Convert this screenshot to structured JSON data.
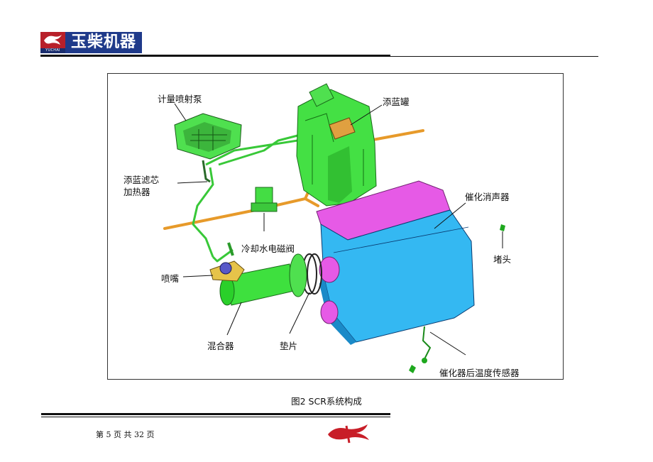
{
  "header": {
    "brand_name": "玉柴机器",
    "brand_sub": "YUCHAI"
  },
  "figure": {
    "labels": {
      "pump": "计量喷射泵",
      "tank": "添蓝罐",
      "filter_line1": "添蓝滤芯",
      "filter_line2": "加热器",
      "catalyst": "催化消声器",
      "valve": "冷却水电磁阀",
      "plug": "堵头",
      "nozzle": "喷嘴",
      "mixer": "混合器",
      "gasket": "垫片",
      "temp_sensor": "催化器后温度传感器"
    },
    "caption": "图2 SCR系统构成"
  },
  "footer": {
    "page_info": "第 5 页  共 32 页"
  },
  "colors": {
    "brand_red": "#b8202a",
    "brand_blue": "#1f3a8a",
    "part_green": "#3ddc3d",
    "pipe_orange": "#e79a2a",
    "catalyst_blue": "#2fb4ef",
    "catalyst_pink": "#e35ae3"
  }
}
